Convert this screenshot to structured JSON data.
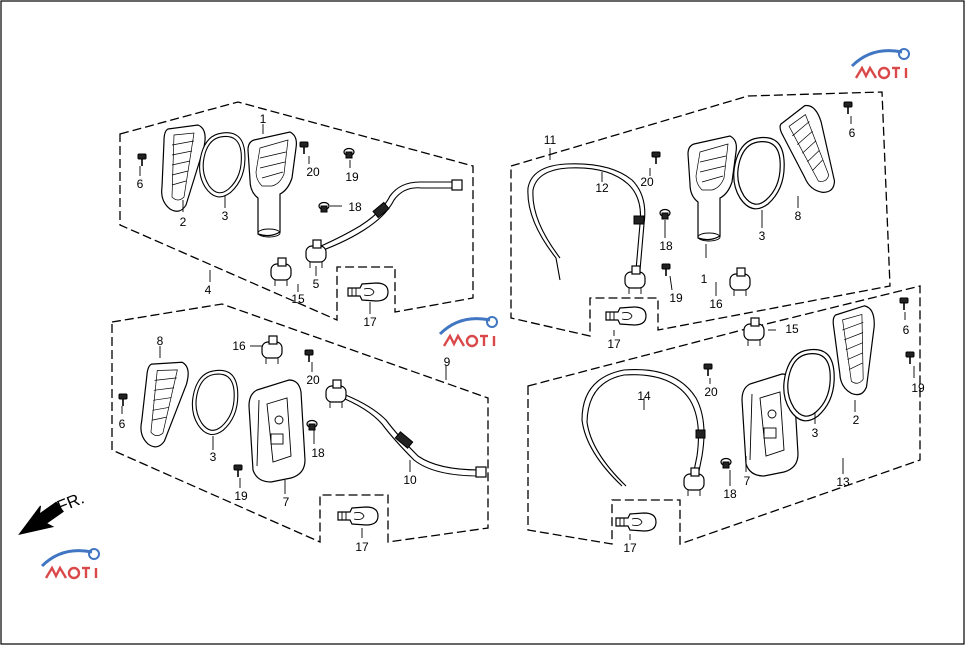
{
  "direction_label": "FR.",
  "callouts": {
    "tl_1": "1",
    "tl_2": "2",
    "tl_3": "3",
    "tl_4": "4",
    "tl_5": "5",
    "tl_6": "6",
    "tl_15": "15",
    "tl_17": "17",
    "tl_18": "18",
    "tl_19": "19",
    "tl_20": "20",
    "tr_11": "11",
    "tr_12": "12",
    "tr_20": "20",
    "tr_18": "18",
    "tr_3": "3",
    "tr_8": "8",
    "tr_6": "6",
    "tr_1": "1",
    "tr_19": "19",
    "tr_16": "16",
    "tr_17": "17",
    "bl_8": "8",
    "bl_16": "16",
    "bl_9": "9",
    "bl_20": "20",
    "bl_6": "6",
    "bl_3": "3",
    "bl_18": "18",
    "bl_19": "19",
    "bl_7": "7",
    "bl_10": "10",
    "bl_17": "17",
    "br_15": "15",
    "br_6": "6",
    "br_14": "14",
    "br_20": "20",
    "br_19": "19",
    "br_3": "3",
    "br_2": "2",
    "br_7": "7",
    "br_18": "18",
    "br_13": "13",
    "br_17": "17"
  },
  "colors": {
    "line": "#000000",
    "background": "#ffffff",
    "watermark_blue": "#1f5fb8",
    "watermark_red": "#d42a2a"
  }
}
